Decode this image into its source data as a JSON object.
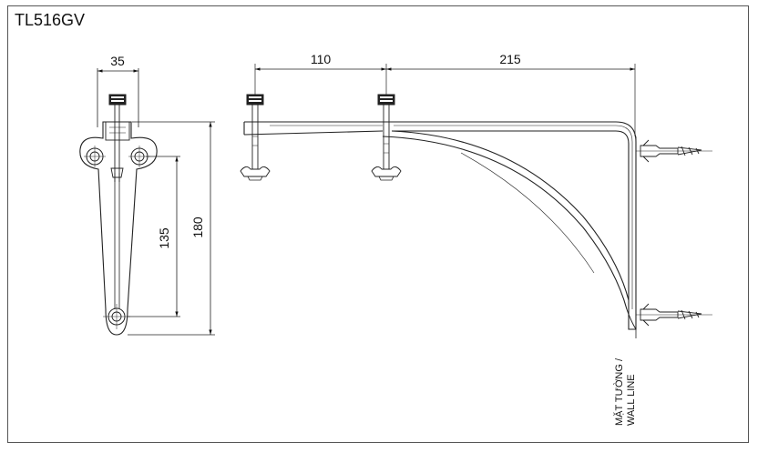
{
  "drawing": {
    "model_code": "TL516GV",
    "dimensions": {
      "width_side": "35",
      "offset_top": "110",
      "projection": "215",
      "hole_spacing": "135",
      "height_total": "180"
    },
    "wall_label": {
      "line1": "MẶT TƯỜNG /",
      "line2": "WALL LINE"
    }
  }
}
